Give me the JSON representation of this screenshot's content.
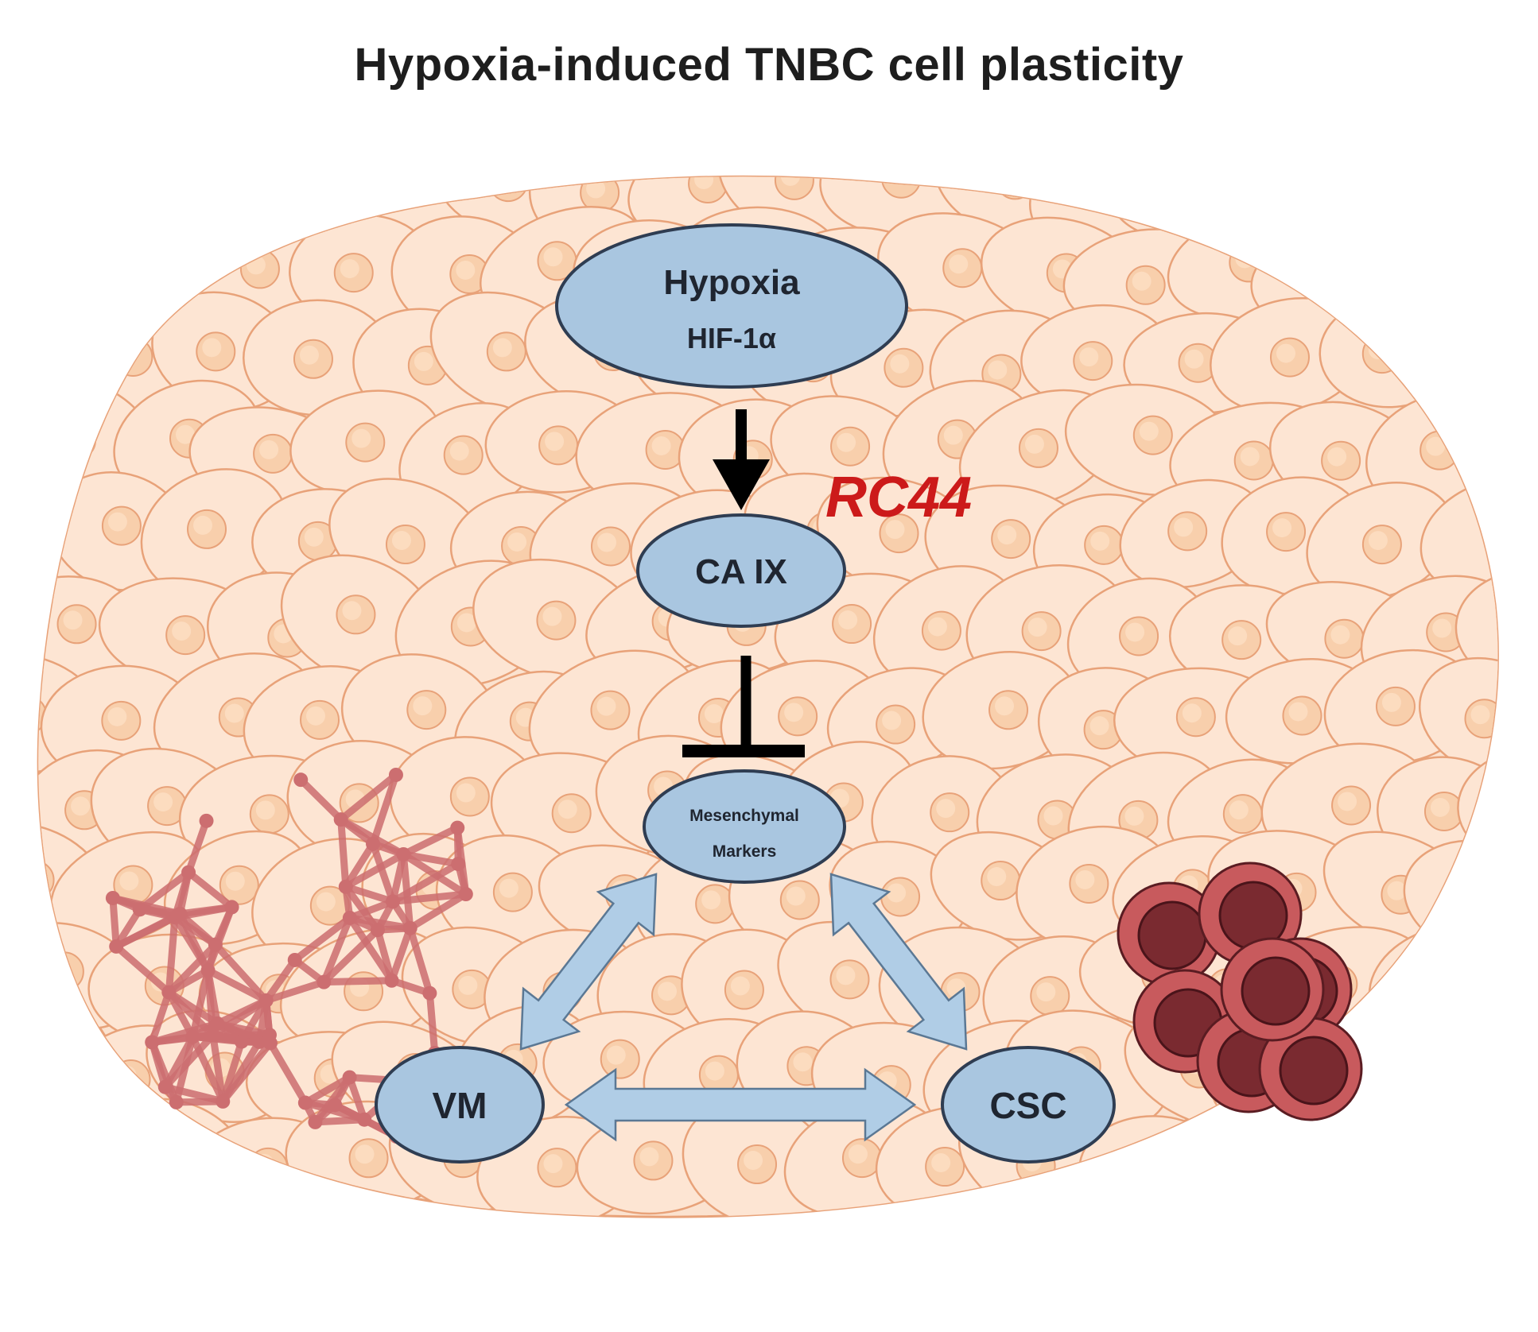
{
  "title": "Hypoxia-induced TNBC cell plasticity",
  "nodes": {
    "hypoxia": {
      "line1": "Hypoxia",
      "line2": "HIF-1α"
    },
    "caix": {
      "label": "CA IX"
    },
    "mesenchymal": {
      "line1": "Mesenchymal",
      "line2": "Markers"
    },
    "vm": {
      "label": "VM"
    },
    "csc": {
      "label": "CSC"
    }
  },
  "inhibitor": {
    "label": "RC44"
  },
  "colors": {
    "node_fill": "#a9c6e0",
    "node_stroke": "#2f3d52",
    "double_arrow_fill": "#b0cde6",
    "cell_fill": "#fde5d3",
    "cell_stroke": "#e8a279",
    "nucleus_fill": "#f8cfac",
    "vascular_mimicry": "#cc6e70",
    "stem_cell_outer": "#c85a5d",
    "stem_cell_inner": "#7a2a30",
    "inhibitor_text": "#cc1a1a",
    "arrow": "#000000"
  }
}
